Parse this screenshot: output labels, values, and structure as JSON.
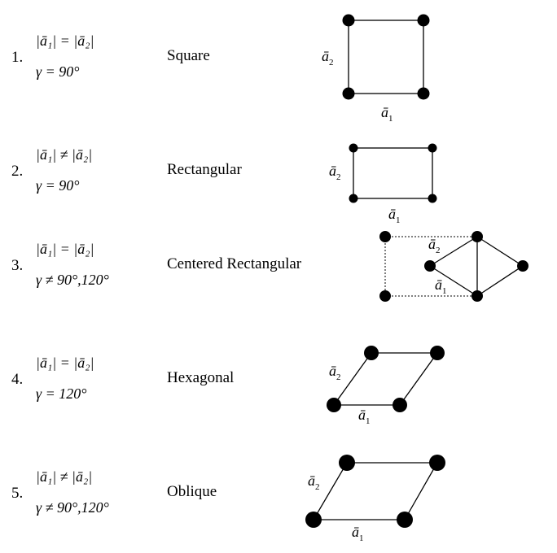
{
  "rows": [
    {
      "number": "1.",
      "condition_length": "|ā₁| = |ā₂|",
      "condition_angle": "γ = 90°",
      "name": "Square"
    },
    {
      "number": "2.",
      "condition_length": "|ā₁| ≠ |ā₂|",
      "condition_angle": "γ = 90°",
      "name": "Rectangular"
    },
    {
      "number": "3.",
      "condition_length": "|ā₁| = |ā₂|",
      "condition_angle": "γ ≠ 90°,120°",
      "name": "Centered Rectangular"
    },
    {
      "number": "4.",
      "condition_length": "|ā₁| = |ā₂|",
      "condition_angle": "γ = 120°",
      "name": "Hexagonal"
    },
    {
      "number": "5.",
      "condition_length": "|ā₁| ≠ |ā₂|",
      "condition_angle": "γ ≠ 90°,120°",
      "name": "Oblique"
    }
  ],
  "vectors": {
    "a1_symbol": "ā",
    "a1_sub": "1",
    "a2_symbol": "ā",
    "a2_sub": "2"
  }
}
